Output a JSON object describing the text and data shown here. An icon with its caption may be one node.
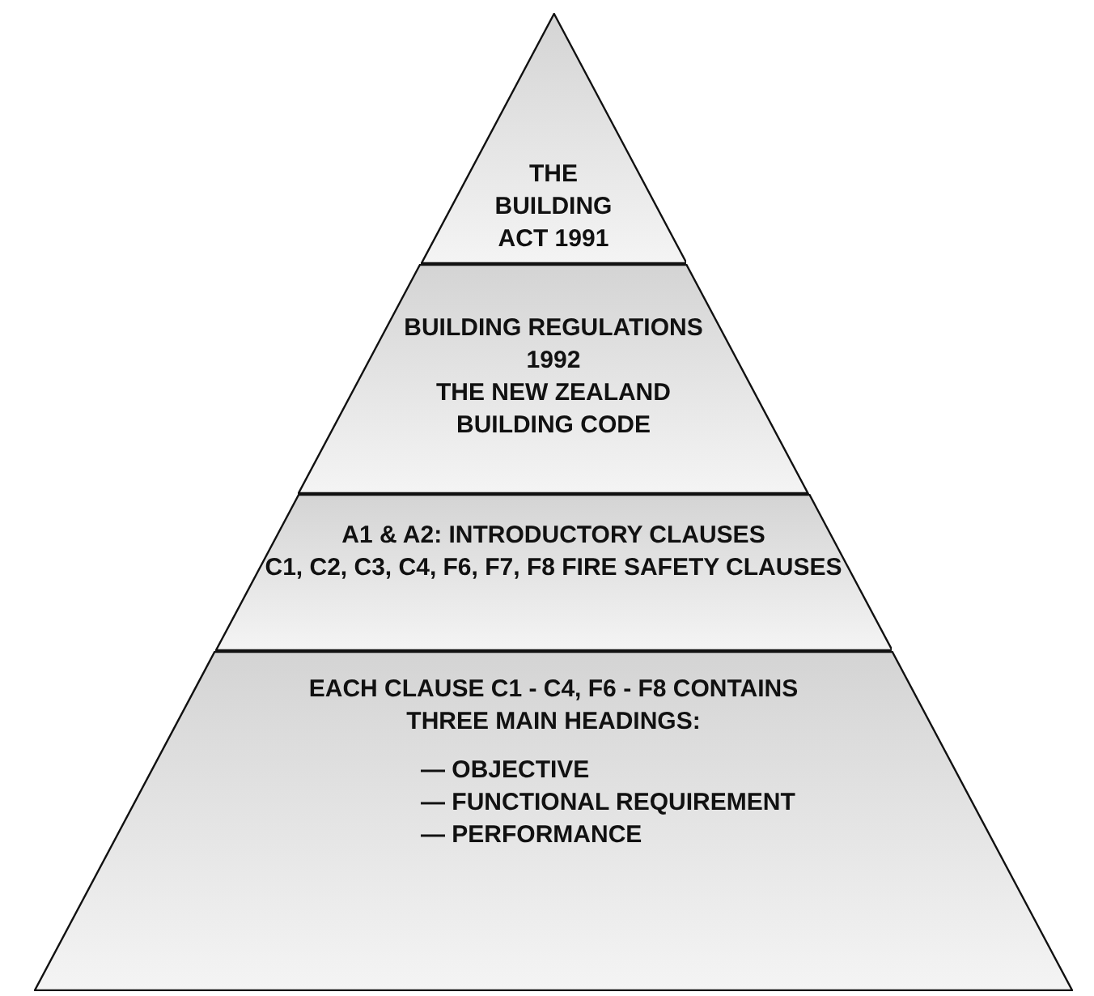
{
  "diagram": {
    "nodes": [
      {
        "text": [
          "THE BUILDING ACT 1991"
        ]
      },
      {
        "text": [
          "BUILDING REGULATIONS 1992",
          "THE NEW ZEALAND BUILDING CODE"
        ]
      },
      {
        "text": [
          "A1 & A2: INTRODUCTORY CLAUSES",
          "C1, C2, C3, C4, F6, F7, F8 FIRE SAFETY CLAUSES"
        ]
      },
      {
        "text": [
          "EACH CLAUSE C1 - C4, F6 - F8 CONTAINS THREE MAIN HEADINGS:",
          "— OBJECTIVE",
          "— FUNCTIONAL REQUIREMENT",
          "— PERFORMANCE"
        ]
      }
    ]
  }
}
